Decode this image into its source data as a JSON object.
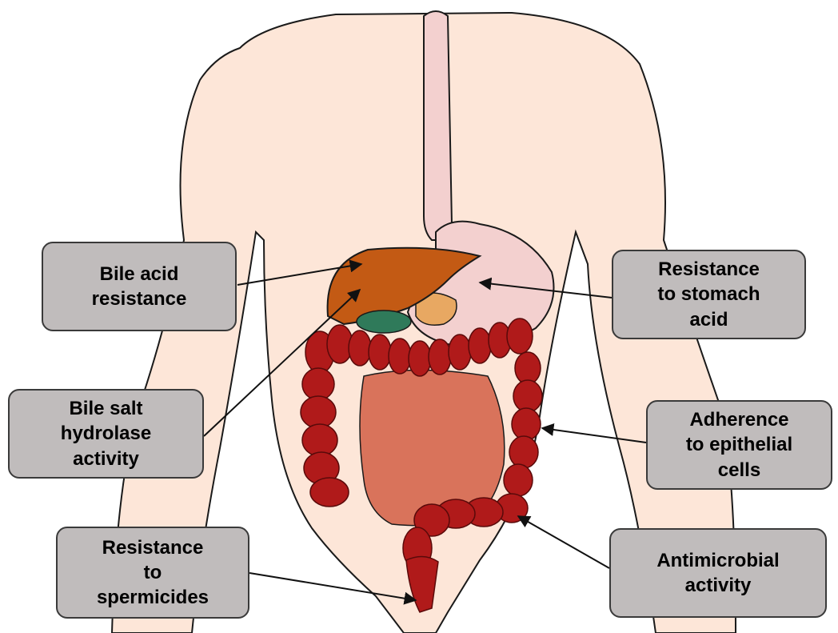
{
  "diagram": {
    "labels": {
      "bile_acid_resistance": [
        "Bile acid",
        "resistance"
      ],
      "bile_salt_hydrolase_activity": [
        "Bile salt",
        "hydrolase",
        "activity"
      ],
      "resistance_to_spermicides": [
        "Resistance",
        "to",
        "spermicides"
      ],
      "resistance_to_stomach_acid": [
        "Resistance",
        "to stomach",
        "acid"
      ],
      "adherence_to_epithelial_cells": [
        "Adherence",
        "to epithelial",
        "cells"
      ],
      "antimicrobial_activity": [
        "Antimicrobial",
        "activity"
      ]
    },
    "organs": [
      "esophagus",
      "stomach",
      "liver",
      "gallbladder",
      "pancreas",
      "small-intestine",
      "large-intestine",
      "rectum"
    ],
    "colors": {
      "skin": "#fde6d8",
      "outline": "#1a1a1a",
      "esophagus_stomach": "#f3d0cf",
      "liver": "#c35a14",
      "gallbladder": "#2f7a5a",
      "pancreas": "#e8a862",
      "small_intestine": "#d9735b",
      "colon": "#b01a1a",
      "colon_edge": "#5a0a0a",
      "label_bg": "#c0bcbc",
      "label_border": "#3a3a3a",
      "arrow": "#111111"
    }
  }
}
